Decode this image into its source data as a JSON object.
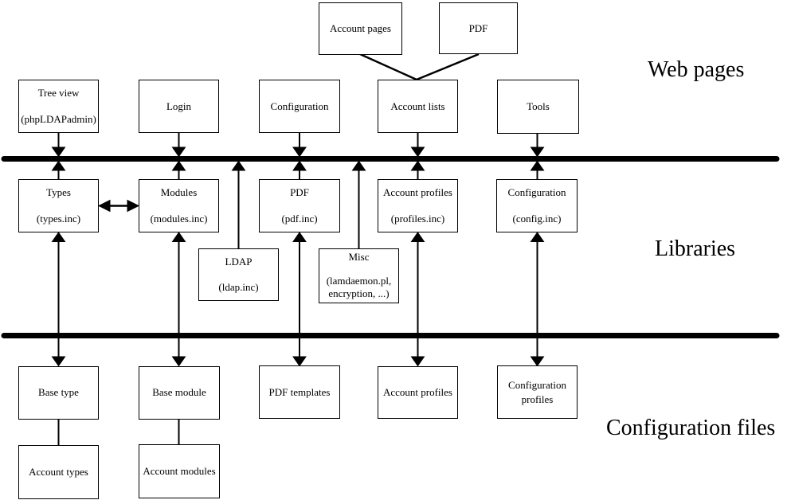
{
  "section_labels": {
    "web_pages": "Web pages",
    "libraries": "Libraries",
    "configuration_files": "Configuration files"
  },
  "boxes": {
    "account_pages": {
      "label": "Account pages"
    },
    "pdf_top": {
      "label": "PDF"
    },
    "tree_view": {
      "line1": "Tree view",
      "line2": "(phpLDAPadmin)"
    },
    "login": {
      "label": "Login"
    },
    "configuration_web": {
      "label": "Configuration"
    },
    "account_lists": {
      "label": "Account lists"
    },
    "tools": {
      "label": "Tools"
    },
    "types": {
      "line1": "Types",
      "line2": "(types.inc)"
    },
    "modules": {
      "line1": "Modules",
      "line2": "(modules.inc)"
    },
    "pdf_lib": {
      "line1": "PDF",
      "line2": "(pdf.inc)"
    },
    "account_profiles_lib": {
      "line1": "Account profiles",
      "line2": "(profiles.inc)"
    },
    "configuration_lib": {
      "line1": "Configuration",
      "line2": "(config.inc)"
    },
    "ldap": {
      "line1": "LDAP",
      "line2": "(ldap.inc)"
    },
    "misc": {
      "line1": "Misc",
      "line2": "(lamdaemon.pl,",
      "line3": "encryption, ...)"
    },
    "base_type": {
      "label": "Base type"
    },
    "base_module": {
      "label": "Base module"
    },
    "pdf_templates": {
      "label": "PDF templates"
    },
    "account_profiles_config": {
      "label": "Account profiles"
    },
    "configuration_profiles": {
      "line1": "Configuration",
      "line2": "profiles"
    },
    "account_types": {
      "label": "Account types"
    },
    "account_modules": {
      "label": "Account modules"
    }
  },
  "colors": {
    "line": "#000000",
    "background": "#ffffff"
  }
}
